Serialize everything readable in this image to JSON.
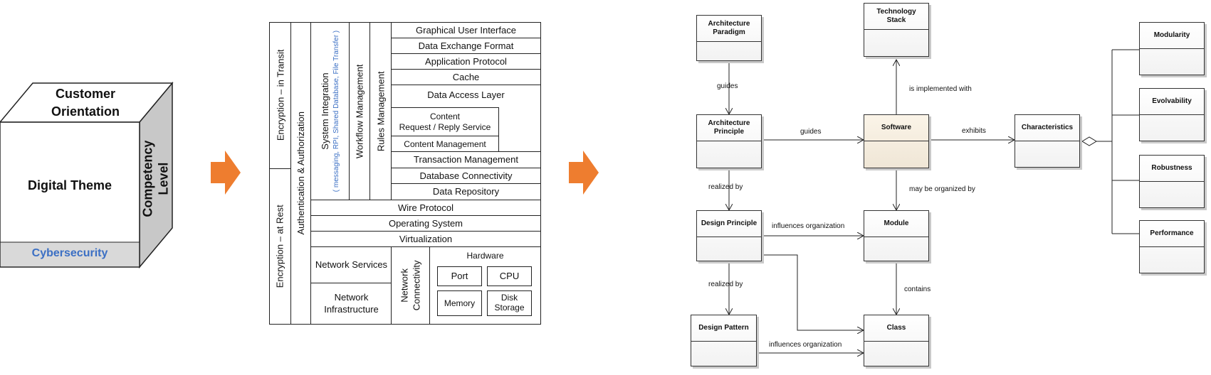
{
  "cube": {
    "top": "Customer\nOrientation",
    "front": "Digital Theme",
    "side": "Competency\nLevel",
    "bottom": "Cybersecurity"
  },
  "layers": {
    "left_col": {
      "top": "Encryption – in Transit",
      "bottom": "Encryption – at Rest"
    },
    "auth": "Authentication & Authorization",
    "sys_int_title": "System Integration",
    "sys_int_sub": "( messaging, RPI, Shared Database, File Transfer )",
    "workflow": "Workflow Management",
    "rules": "Rules Management",
    "rows": {
      "gui": "Graphical User Interface",
      "def": "Data Exchange Format",
      "app": "Application Protocol",
      "cache": "Cache",
      "dal": "Data Access Layer",
      "content_req": "Content\nRequest / Reply Service",
      "content_mgmt": "Content Management",
      "txn": "Transaction Management",
      "db": "Database Connectivity",
      "repo": "Data Repository",
      "wire": "Wire Protocol",
      "os": "Operating System",
      "virt": "Virtualization",
      "netsvc": "Network Services",
      "netinfra": "Network\nInfrastructure",
      "netconn": "Network\nConnectivity",
      "hardware": "Hardware",
      "port": "Port",
      "cpu": "CPU",
      "memory": "Memory",
      "disk": "Disk\nStorage"
    }
  },
  "uml": {
    "boxes": {
      "arch_paradigm": "Architecture\nParadigm",
      "tech_stack": "Technology Stack",
      "arch_principle": "Architecture\nPrinciple",
      "software": "Software",
      "characteristics": "Characteristics",
      "design_principle": "Design Principle",
      "module": "Module",
      "design_pattern": "Design Pattern",
      "class": "Class",
      "modularity": "Modularity",
      "evolvability": "Evolvability",
      "robustness": "Robustness",
      "performance": "Performance"
    },
    "labels": {
      "guides1": "guides",
      "guides2": "guides",
      "is_impl": "is implemented with",
      "exhibits": "exhibits",
      "realized1": "realized by",
      "may_org": "may be organized by",
      "infl1": "influences organization",
      "realized2": "realized by",
      "contains": "contains",
      "infl2": "influences organization"
    }
  },
  "colors": {
    "arrow": "#ee7d2f",
    "cyber": "#3b6fc4",
    "software_fill": "#f5ecdd"
  }
}
